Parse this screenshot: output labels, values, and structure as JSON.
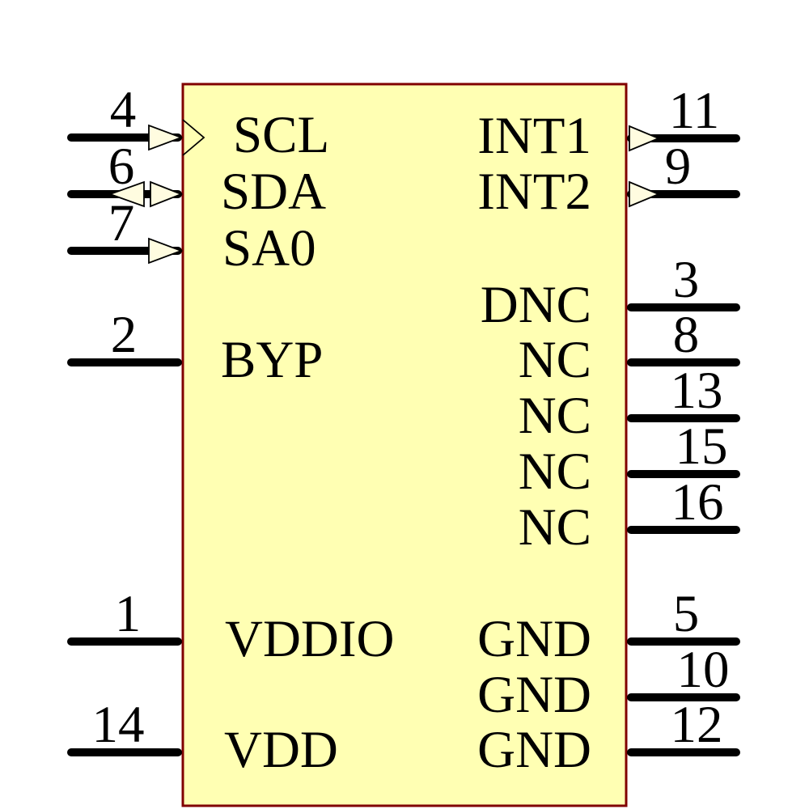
{
  "diagram": {
    "kind": "ic-schematic-symbol",
    "colors": {
      "body_fill": "#FFFFB3",
      "body_border": "#800000",
      "arrow_fill": "#FFFCE0",
      "wire": "#000000",
      "text": "#000000",
      "background": "#FFFFFF"
    }
  },
  "pins": {
    "left": [
      {
        "number": "4",
        "name": "SCL",
        "direction": "input-clock"
      },
      {
        "number": "6",
        "name": "SDA",
        "direction": "bidirectional"
      },
      {
        "number": "7",
        "name": "SA0",
        "direction": "input"
      },
      {
        "number": "2",
        "name": "BYP",
        "direction": "passive"
      },
      {
        "number": "1",
        "name": "VDDIO",
        "direction": "power"
      },
      {
        "number": "14",
        "name": "VDD",
        "direction": "power"
      }
    ],
    "right": [
      {
        "number": "11",
        "name": "INT1",
        "direction": "output"
      },
      {
        "number": "9",
        "name": "INT2",
        "direction": "output"
      },
      {
        "number": "3",
        "name": "DNC",
        "direction": "passive"
      },
      {
        "number": "8",
        "name": "NC",
        "direction": "passive"
      },
      {
        "number": "13",
        "name": "NC",
        "direction": "passive"
      },
      {
        "number": "15",
        "name": "NC",
        "direction": "passive"
      },
      {
        "number": "16",
        "name": "NC",
        "direction": "passive"
      },
      {
        "number": "5",
        "name": "GND",
        "direction": "power"
      },
      {
        "number": "10",
        "name": "GND",
        "direction": "power"
      },
      {
        "number": "12",
        "name": "GND",
        "direction": "power"
      }
    ]
  }
}
